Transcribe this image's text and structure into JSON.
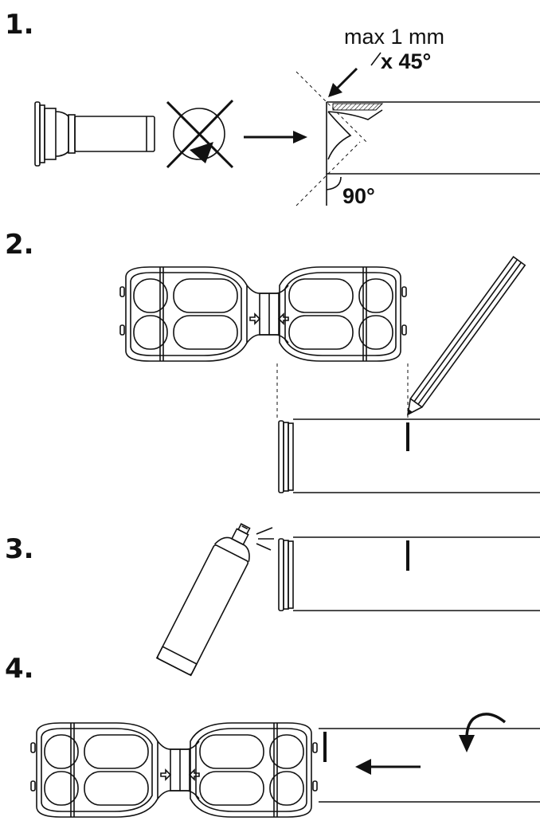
{
  "steps": [
    {
      "number": "1."
    },
    {
      "number": "2."
    },
    {
      "number": "3."
    },
    {
      "number": "4."
    }
  ],
  "chamfer": {
    "line1": "max 1 mm",
    "line2": "x 45°"
  },
  "angle": "90°",
  "colors": {
    "ink": "#111111",
    "background": "#ffffff"
  },
  "icons": [
    "pipe-end-icon",
    "no-rotation-saw-icon",
    "arrow-right-icon",
    "pencil-icon",
    "spray-can-icon",
    "rotate-arrow-icon",
    "arrow-left-icon",
    "coupling-icon"
  ]
}
